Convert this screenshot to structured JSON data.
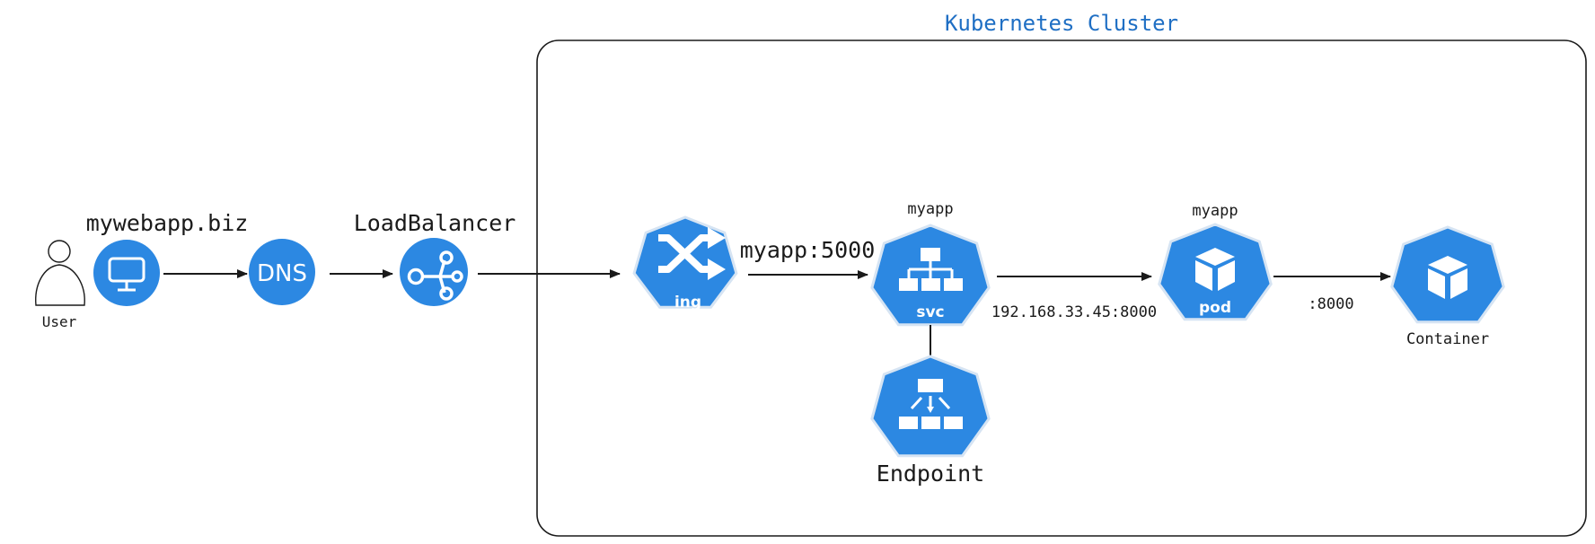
{
  "cluster": {
    "title": "Kubernetes Cluster"
  },
  "user": {
    "label": "User"
  },
  "client": {
    "label": "mywebapp.biz",
    "icon": "monitor-icon"
  },
  "dns": {
    "label": "DNS",
    "icon": "dns-icon"
  },
  "load_balancer": {
    "label": "LoadBalancer",
    "icon": "load-balancer-icon"
  },
  "ingress": {
    "badge": "ing",
    "icon": "ingress-icon"
  },
  "edge_ingress_svc": {
    "label": "myapp:5000"
  },
  "service": {
    "name": "myapp",
    "badge": "svc",
    "icon": "service-icon"
  },
  "endpoint": {
    "label": "Endpoint",
    "icon": "endpoint-icon"
  },
  "edge_svc_pod": {
    "label": "192.168.33.45:8000"
  },
  "pod": {
    "name": "myapp",
    "badge": "pod",
    "icon": "pod-icon"
  },
  "edge_pod_container": {
    "label": ":8000"
  },
  "container": {
    "label": "Container",
    "icon": "container-icon"
  },
  "colors": {
    "k8s_blue": "#2c88e2",
    "cluster_title": "#1f6fc4",
    "line": "#1a1a1a"
  }
}
